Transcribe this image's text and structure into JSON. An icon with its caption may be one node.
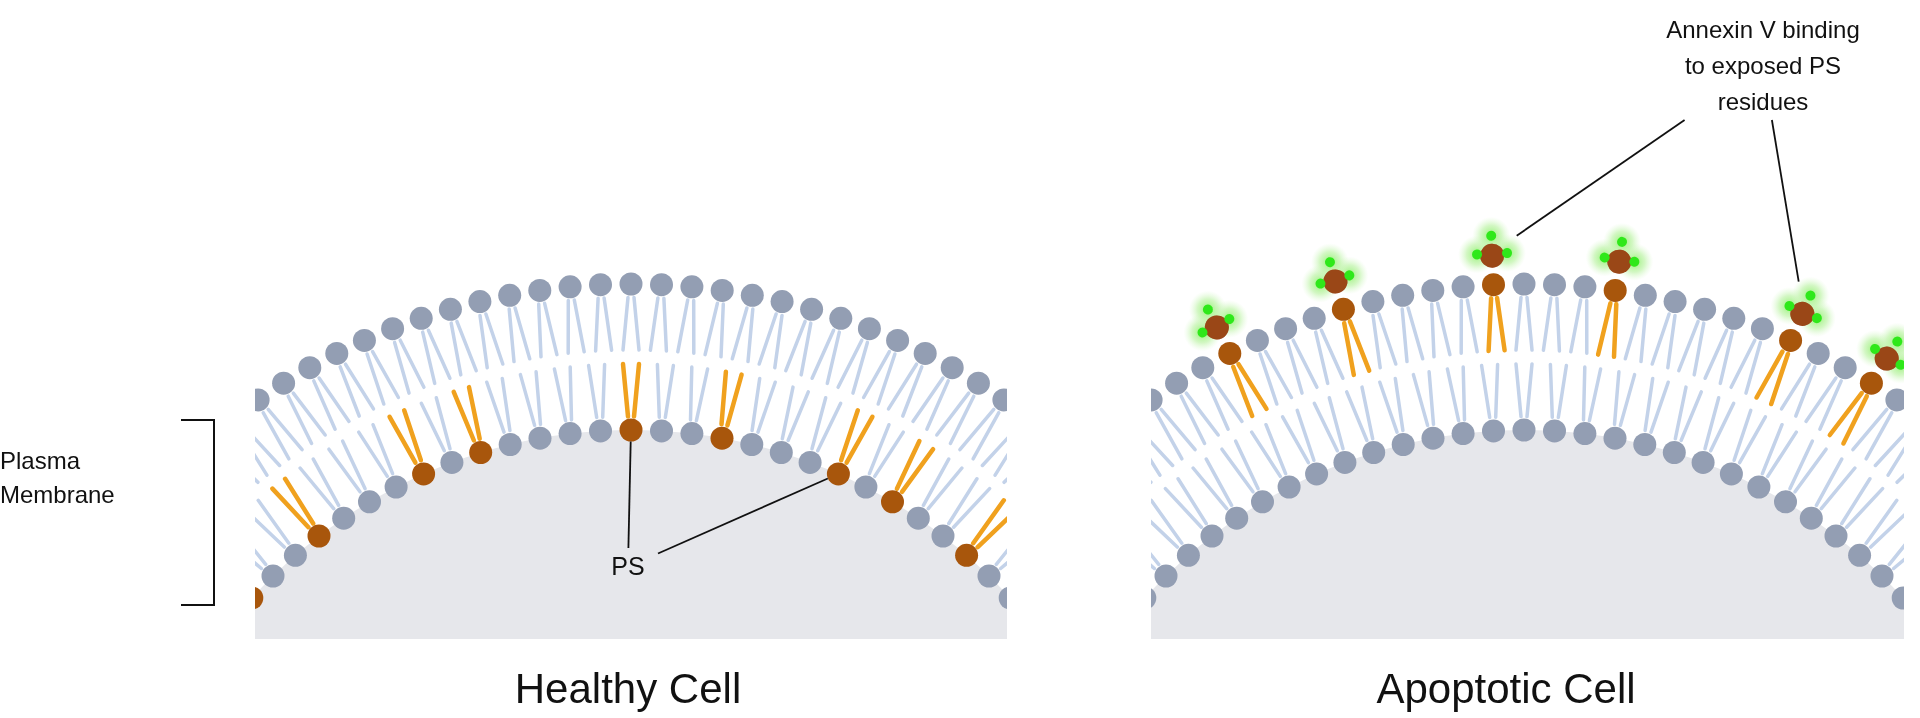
{
  "diagram": {
    "nodes": [
      {
        "text": [
          "PS"
        ]
      },
      {
        "text": [],
        "shape": "circle"
      },
      {
        "text": [],
        "shape": "circle"
      },
      {
        "text": [
          "Annexin V binding to exposed PS residues"
        ]
      },
      {
        "text": [],
        "shape": "picture"
      },
      {
        "text": [],
        "shape": "picture"
      }
    ],
    "edges": [
      {
        "from": 0,
        "to": 1,
        "arrow": "none"
      },
      {
        "from": 0,
        "to": 2,
        "arrow": "none"
      },
      {
        "from": 3,
        "to": 4,
        "arrow": "none"
      },
      {
        "from": 3,
        "to": 5,
        "arrow": "none"
      }
    ],
    "labels": [
      "Plasma Membrane",
      "Healthy Cell",
      "Apoptotic Cell"
    ]
  }
}
